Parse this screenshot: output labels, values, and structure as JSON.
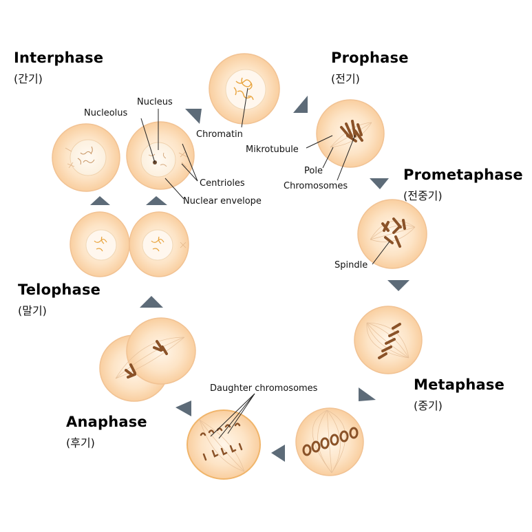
{
  "phases": {
    "interphase": {
      "title": "Interphase",
      "korean": "(간기)"
    },
    "prophase": {
      "title": "Prophase",
      "korean": "(전기)"
    },
    "prometaphase": {
      "title": "Prometaphase",
      "korean": "(전중기)"
    },
    "metaphase": {
      "title": "Metaphase",
      "korean": "(중기)"
    },
    "anaphase": {
      "title": "Anaphase",
      "korean": "(후기)"
    },
    "telophase": {
      "title": "Telophase",
      "korean": "(말기)"
    }
  },
  "labels": {
    "nucleolus": "Nucleolus",
    "nucleus": "Nucleus",
    "chromatin": "Chromatin",
    "mikrotubule": "Mikrotubule",
    "pole": "Pole",
    "chromosomes": "Chromosomes",
    "centrioles": "Centrioles",
    "nuclear_envelope": "Nuclear envelope",
    "spindle": "Spindle",
    "daughter_chromosomes": "Daughter chromosomes"
  },
  "colors": {
    "cell_fill": "#fbd9b3",
    "cell_center": "#fff3e4",
    "cell_edge": "#f3b983",
    "chromosome": "#8a5228",
    "arrow": "#5d6b78"
  }
}
